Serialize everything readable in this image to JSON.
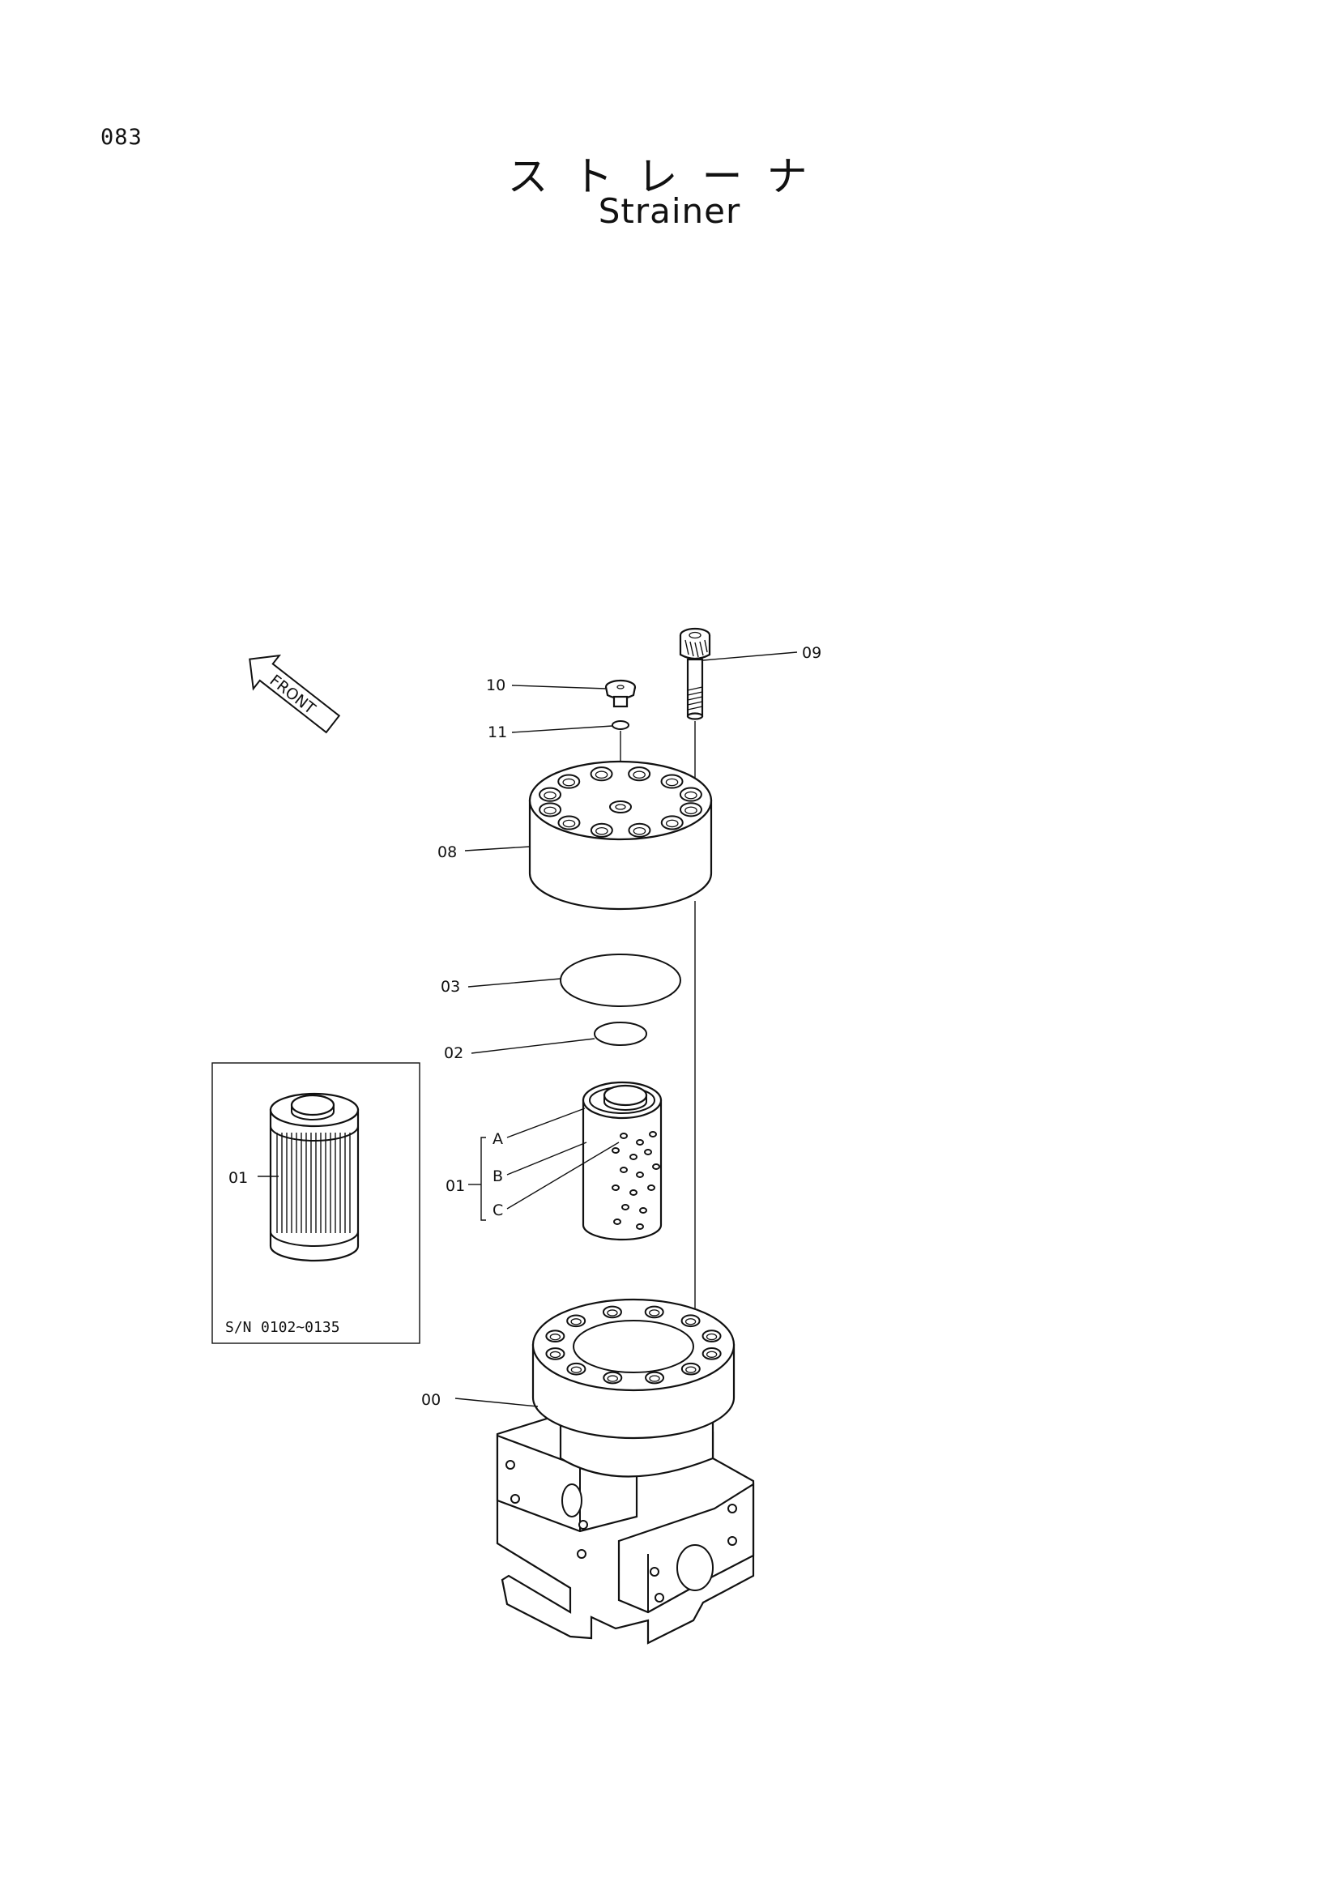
{
  "page": {
    "number": "083",
    "title_jp": "ストレーナ",
    "title_en": "Strainer"
  },
  "orientation": {
    "label": "FRONT"
  },
  "callouts": {
    "p00": "00",
    "p01": "01",
    "p02": "02",
    "p03": "03",
    "p08": "08",
    "p09": "09",
    "p10": "10",
    "p11": "11",
    "sub_a": "A",
    "sub_b": "B",
    "sub_c": "C"
  },
  "inset": {
    "part": "01",
    "serial_prefix": "S/N",
    "serial_range": "0102~0135"
  }
}
